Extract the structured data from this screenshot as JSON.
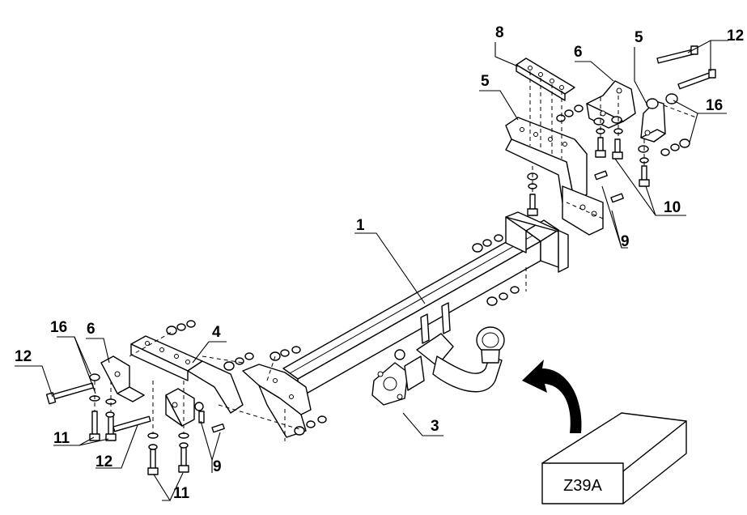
{
  "callouts": [
    {
      "id": "c1",
      "text": "1"
    },
    {
      "id": "c3",
      "text": "3"
    },
    {
      "id": "c4",
      "text": "4"
    },
    {
      "id": "c5a",
      "text": "5"
    },
    {
      "id": "c5b",
      "text": "5"
    },
    {
      "id": "c6a",
      "text": "6"
    },
    {
      "id": "c6b",
      "text": "6"
    },
    {
      "id": "c8",
      "text": "8"
    },
    {
      "id": "c9a",
      "text": "9"
    },
    {
      "id": "c9b",
      "text": "9"
    },
    {
      "id": "c10",
      "text": "10"
    },
    {
      "id": "c11a",
      "text": "11"
    },
    {
      "id": "c11b",
      "text": "11"
    },
    {
      "id": "c12a",
      "text": "12"
    },
    {
      "id": "c12b",
      "text": "12"
    },
    {
      "id": "c12c",
      "text": "12"
    },
    {
      "id": "c16a",
      "text": "16"
    },
    {
      "id": "c16b",
      "text": "16"
    }
  ],
  "model_box": {
    "label": "Z39A"
  },
  "colors": {
    "line": "#000000",
    "background": "#ffffff"
  }
}
